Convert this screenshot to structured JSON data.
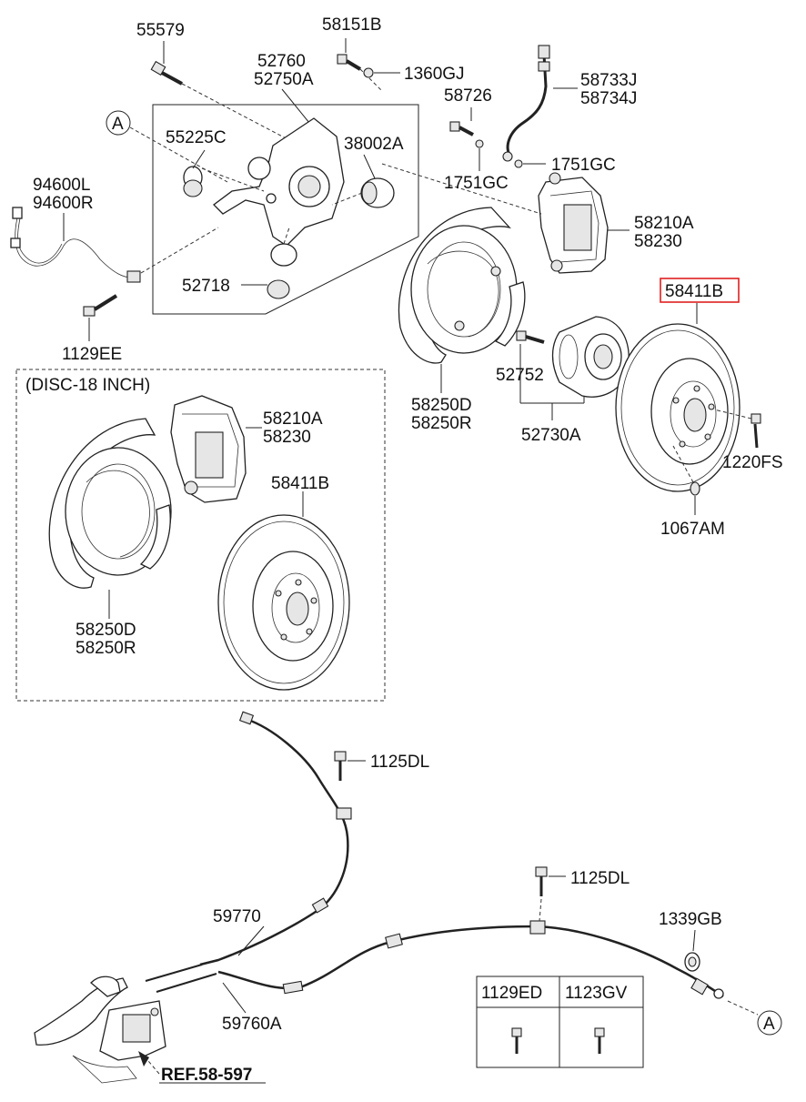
{
  "labels": {
    "p55579": "55579",
    "p58151B": "58151B",
    "p52760": "52760",
    "p52750A": "52750A",
    "p1360GJ": "1360GJ",
    "p58733J": "58733J",
    "p58734J": "58734J",
    "p58726": "58726",
    "p55225C": "55225C",
    "p38002A": "38002A",
    "p1751GC_a": "1751GC",
    "p1751GC_b": "1751GC",
    "p94600L": "94600L",
    "p94600R": "94600R",
    "p58210A": "58210A",
    "p58230": "58230",
    "p52718": "52718",
    "p58411B": "58411B",
    "p1129EE": "1129EE",
    "p52752": "52752",
    "p58250D": "58250D",
    "p58250R": "58250R",
    "p52730A": "52730A",
    "p1220FS": "1220FS",
    "p1067AM": "1067AM",
    "disc_title": "(DISC-18 INCH)",
    "d58210A": "58210A",
    "d58230": "58230",
    "d58411B": "58411B",
    "d58250D": "58250D",
    "d58250R": "58250R",
    "p1125DL_a": "1125DL",
    "p1125DL_b": "1125DL",
    "p59770": "59770",
    "p1339GB": "1339GB",
    "p59760A": "59760A",
    "ref": "REF.58-597",
    "callout_a1": "A",
    "callout_a2": "A",
    "tbl_1129ED": "1129ED",
    "tbl_1123GV": "1123GV"
  },
  "highlight_color": "#e02020"
}
